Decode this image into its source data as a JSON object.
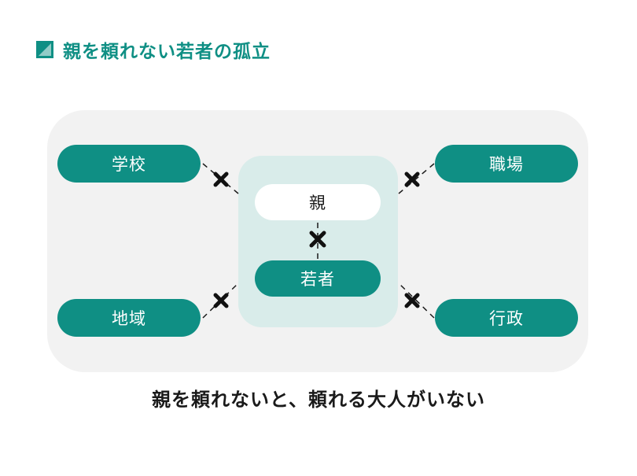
{
  "header": {
    "title": "親を頼れない若者の孤立"
  },
  "diagram": {
    "outer_nodes": {
      "top_left": "学校",
      "top_right": "職場",
      "bottom_left": "地域",
      "bottom_right": "行政"
    },
    "center_nodes": {
      "parent": "親",
      "youth": "若者"
    },
    "broken_link_icon": "x-mark-icon"
  },
  "caption": "親を頼れないと、頼れる大人がいない",
  "colors": {
    "accent": "#0f8f84",
    "accent_light": "#d9ecea",
    "panel": "#f2f2f2",
    "text": "#1a1a1a"
  }
}
